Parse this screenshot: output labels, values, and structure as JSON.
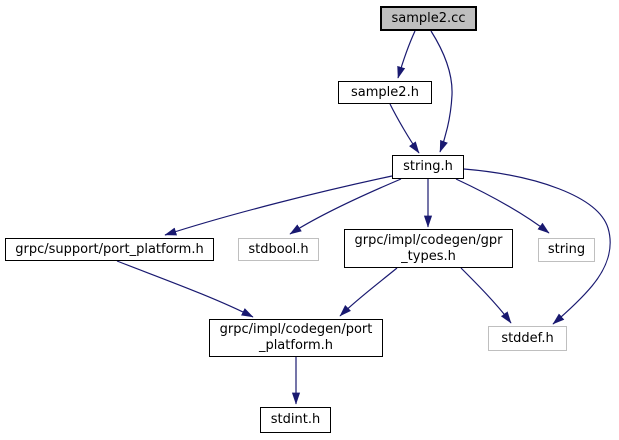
{
  "diagram": {
    "type": "include-dependency-graph",
    "root_file": "sample2.cc",
    "colors": {
      "edge-color": "#191970",
      "node-border": "#000000",
      "node-border-external": "#bfbfbf",
      "node-fill": "#ffffff",
      "root-fill": "#bfbfbf",
      "text-color": "#000000",
      "bg-color": "#ffffff"
    },
    "nodes": [
      {
        "id": "sample2.cc",
        "label": "sample2.cc",
        "line1": "sample2.cc",
        "style": "root"
      },
      {
        "id": "sample2.h",
        "label": "sample2.h",
        "line1": "sample2.h",
        "style": "documented"
      },
      {
        "id": "string.h",
        "label": "string.h",
        "line1": "string.h",
        "style": "documented"
      },
      {
        "id": "grpc/support/port_platform.h",
        "label": "grpc/support/port_platform.h",
        "line1": "grpc/support/port_platform.h",
        "style": "documented"
      },
      {
        "id": "stdbool.h",
        "label": "stdbool.h",
        "line1": "stdbool.h",
        "style": "external"
      },
      {
        "id": "grpc/impl/codegen/gpr_types.h",
        "label": "grpc/impl/codegen/gpr_types.h",
        "line1": "grpc/impl/codegen/gpr",
        "line2": "_types.h",
        "style": "documented"
      },
      {
        "id": "string",
        "label": "string",
        "line1": "string",
        "style": "external"
      },
      {
        "id": "grpc/impl/codegen/port_platform.h",
        "label": "grpc/impl/codegen/port_platform.h",
        "line1": "grpc/impl/codegen/port",
        "line2": "_platform.h",
        "style": "documented"
      },
      {
        "id": "stddef.h",
        "label": "stddef.h",
        "line1": "stddef.h",
        "style": "external"
      },
      {
        "id": "stdint.h",
        "label": "stdint.h",
        "line1": "stdint.h",
        "style": "documented"
      }
    ],
    "edges": [
      {
        "from": "sample2.cc",
        "to": "sample2.h"
      },
      {
        "from": "sample2.cc",
        "to": "string.h"
      },
      {
        "from": "sample2.h",
        "to": "string.h"
      },
      {
        "from": "string.h",
        "to": "grpc/support/port_platform.h"
      },
      {
        "from": "string.h",
        "to": "stdbool.h"
      },
      {
        "from": "string.h",
        "to": "grpc/impl/codegen/gpr_types.h"
      },
      {
        "from": "string.h",
        "to": "string"
      },
      {
        "from": "string.h",
        "to": "stddef.h"
      },
      {
        "from": "grpc/support/port_platform.h",
        "to": "grpc/impl/codegen/port_platform.h"
      },
      {
        "from": "grpc/impl/codegen/gpr_types.h",
        "to": "grpc/impl/codegen/port_platform.h"
      },
      {
        "from": "grpc/impl/codegen/gpr_types.h",
        "to": "stddef.h"
      },
      {
        "from": "grpc/impl/codegen/port_platform.h",
        "to": "stdint.h"
      }
    ]
  }
}
